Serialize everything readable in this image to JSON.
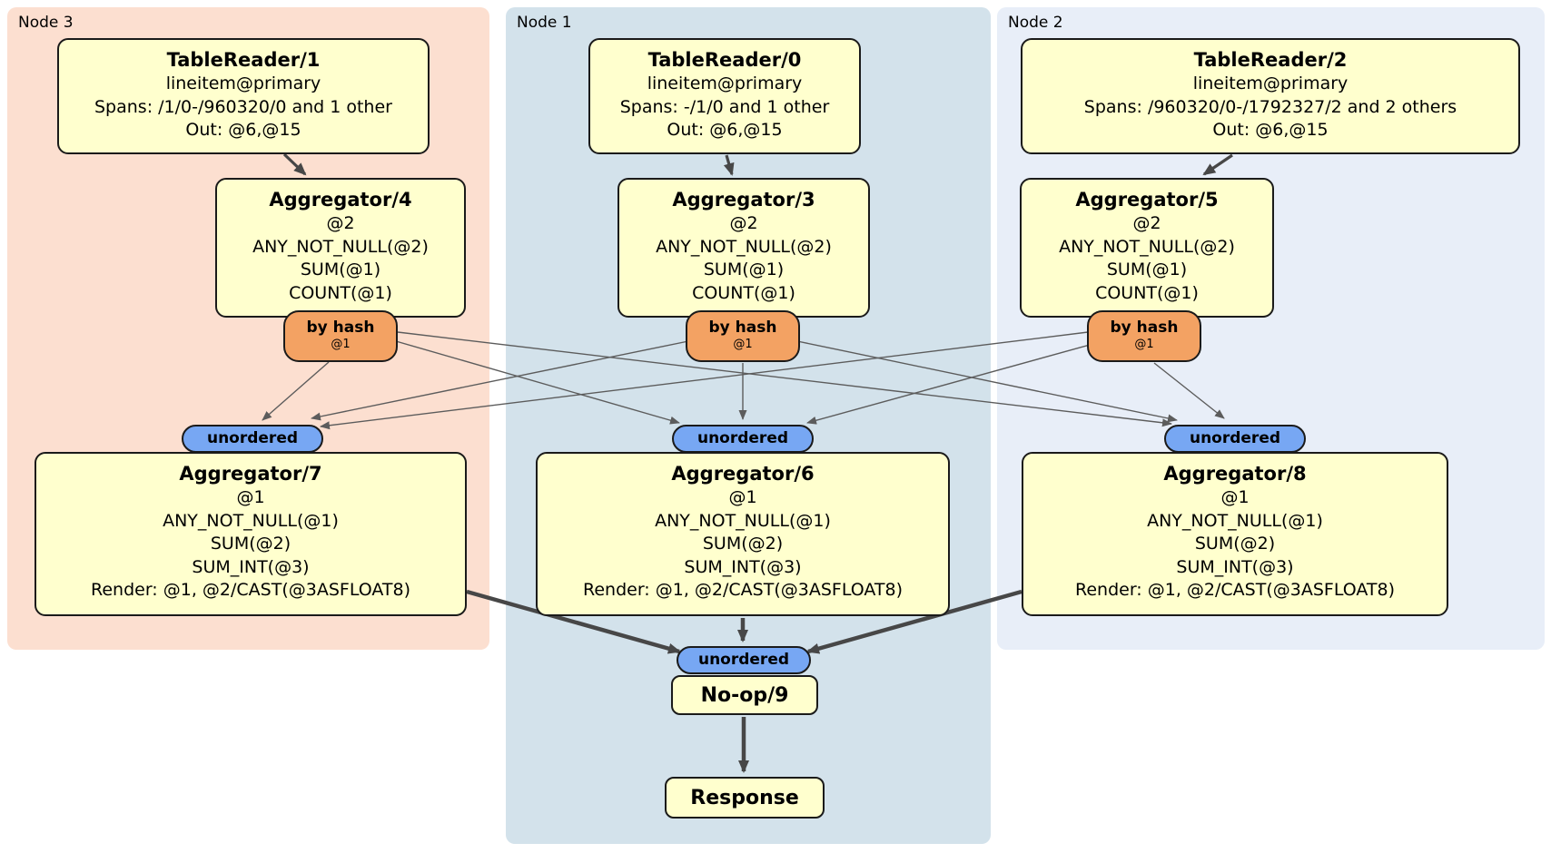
{
  "panels": {
    "node3": {
      "label": "Node 3"
    },
    "node1": {
      "label": "Node 1"
    },
    "node2": {
      "label": "Node 2"
    }
  },
  "processors": {
    "tablereader1": {
      "title": "TableReader/1",
      "lines": [
        "lineitem@primary",
        "Spans: /1/0-/960320/0 and 1 other",
        "Out: @6,@15"
      ]
    },
    "tablereader0": {
      "title": "TableReader/0",
      "lines": [
        "lineitem@primary",
        "Spans: -/1/0 and 1 other",
        "Out: @6,@15"
      ]
    },
    "tablereader2": {
      "title": "TableReader/2",
      "lines": [
        "lineitem@primary",
        "Spans: /960320/0-/1792327/2 and 2 others",
        "Out: @6,@15"
      ]
    },
    "aggregator4": {
      "title": "Aggregator/4",
      "lines": [
        "@2",
        "ANY_NOT_NULL(@2)",
        "SUM(@1)",
        "COUNT(@1)"
      ]
    },
    "aggregator3": {
      "title": "Aggregator/3",
      "lines": [
        "@2",
        "ANY_NOT_NULL(@2)",
        "SUM(@1)",
        "COUNT(@1)"
      ]
    },
    "aggregator5": {
      "title": "Aggregator/5",
      "lines": [
        "@2",
        "ANY_NOT_NULL(@2)",
        "SUM(@1)",
        "COUNT(@1)"
      ]
    },
    "aggregator7": {
      "title": "Aggregator/7",
      "lines": [
        "@1",
        "ANY_NOT_NULL(@1)",
        "SUM(@2)",
        "SUM_INT(@3)",
        "Render: @1, @2/CAST(@3ASFLOAT8)"
      ]
    },
    "aggregator6": {
      "title": "Aggregator/6",
      "lines": [
        "@1",
        "ANY_NOT_NULL(@1)",
        "SUM(@2)",
        "SUM_INT(@3)",
        "Render: @1, @2/CAST(@3ASFLOAT8)"
      ]
    },
    "aggregator8": {
      "title": "Aggregator/8",
      "lines": [
        "@1",
        "ANY_NOT_NULL(@1)",
        "SUM(@2)",
        "SUM_INT(@3)",
        "Render: @1, @2/CAST(@3ASFLOAT8)"
      ]
    },
    "noop9": {
      "title": "No-op/9"
    },
    "response": {
      "title": "Response"
    }
  },
  "routers": {
    "byhash4": {
      "label": "by hash",
      "detail": "@1"
    },
    "byhash3": {
      "label": "by hash",
      "detail": "@1"
    },
    "byhash5": {
      "label": "by hash",
      "detail": "@1"
    }
  },
  "syncs": {
    "unordered7": {
      "label": "unordered"
    },
    "unordered6": {
      "label": "unordered"
    },
    "unordered8": {
      "label": "unordered"
    },
    "unordered_final": {
      "label": "unordered"
    }
  },
  "colors": {
    "panel_node3": "#fcdfd0",
    "panel_node1": "#d3e2eb",
    "panel_node2": "#e8eef8",
    "processor_fill": "#ffffce",
    "router_fill": "#f3a263",
    "sync_fill": "#77a7f3",
    "edge_thin": "#5c5c5c",
    "edge_thick": "#474747"
  }
}
